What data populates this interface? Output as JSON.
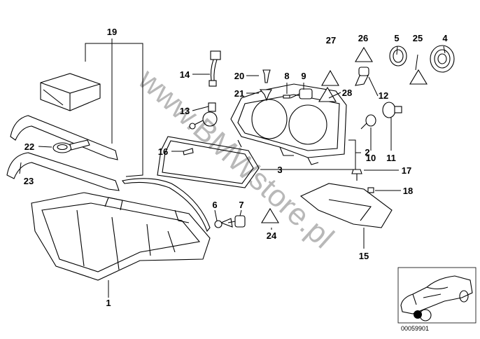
{
  "diagram": {
    "labels": {
      "p1": "1",
      "p2": "2",
      "p3": "3",
      "p4": "4",
      "p5": "5",
      "p6": "6",
      "p7": "7",
      "p8": "8",
      "p9": "9",
      "p10": "10",
      "p11": "11",
      "p12": "12",
      "p13": "13",
      "p14": "14",
      "p15": "15",
      "p16": "16",
      "p17": "17",
      "p18": "18",
      "p19": "19",
      "p20": "20",
      "p21": "21",
      "p22": "22",
      "p23": "23",
      "p24": "24",
      "p25": "25",
      "p26": "26",
      "p27": "27",
      "p28": "28"
    },
    "watermark": "www.BMWstore.pl",
    "diagram_code": "00059901"
  }
}
